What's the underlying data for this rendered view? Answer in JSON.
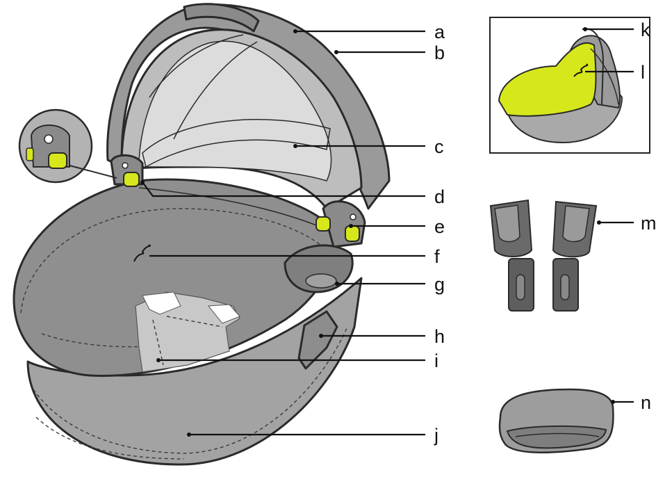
{
  "labels": {
    "a": "a",
    "b": "b",
    "c": "c",
    "d": "d",
    "e": "e",
    "f": "f",
    "g": "g",
    "h": "h",
    "i": "i",
    "j": "j",
    "k": "k",
    "l": "l",
    "m": "m",
    "n": "n"
  },
  "colors": {
    "body_gray": "#a7a7a7",
    "dark_gray": "#8e8e8e",
    "light_gray": "#d9d9d9",
    "lime_accent": "#d6e81c",
    "adapter_gray": "#666666"
  }
}
